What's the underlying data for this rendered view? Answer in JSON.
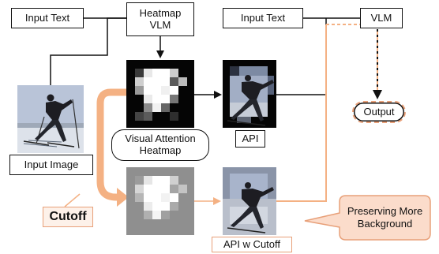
{
  "labels": {
    "input_text_left": "Input Text",
    "heatmap_vlm": "Heatmap\nVLM",
    "input_text_right": "Input Text",
    "vlm": "VLM",
    "visual_attention_heatmap": "Visual Attention\nHeatmap",
    "api": "API",
    "output": "Output",
    "input_image": "Input Image",
    "cutoff": "Cutoff",
    "api_w_cutoff": "API w Cutoff",
    "preserving_more_background": "Preserving More\nBackground"
  },
  "colors": {
    "orange": "#f4b183",
    "orange_line": "#eea27a",
    "callout_fill": "#fbdccb",
    "callout_border": "#e8a079",
    "snow": "#d9dde6",
    "sky": "#b5bfd3"
  }
}
